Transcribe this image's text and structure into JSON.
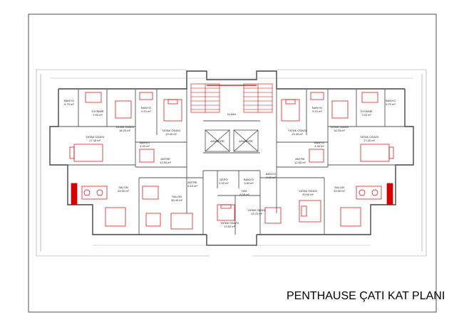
{
  "title": "PENTHAUSE ÇATI KAT PLANI",
  "colors": {
    "wall": "#555555",
    "furniture": "#d40000",
    "label": "#222222",
    "frame": "#222222"
  },
  "core": {
    "shaft": "KLIMA",
    "elevators": [
      "ASANSÖR",
      "ASANSÖR"
    ]
  },
  "rooms_left": [
    {
      "name": "BANYO",
      "area": "6.70 m²"
    },
    {
      "name": "GİYİNME",
      "area": "7.00 m²"
    },
    {
      "name": "BANYO",
      "area": "5.10 m²"
    },
    {
      "name": "YATAK ODASI",
      "area": "16.20 m²"
    },
    {
      "name": "YATAK ODASI",
      "area": "19.40 m²"
    },
    {
      "name": "YATAK ODASI",
      "area": "17.40 m²"
    },
    {
      "name": "BANYO",
      "area": "4.30 m²"
    },
    {
      "name": "ANTRE",
      "area": "12.00 m²"
    },
    {
      "name": "ANTRE",
      "area": "6.10 m²"
    },
    {
      "name": "SALON",
      "area": "33.50 m²"
    },
    {
      "name": "SALON",
      "area": "30.40 m²"
    }
  ],
  "rooms_center": [
    {
      "name": "DEPO",
      "area": "2.00 m²"
    },
    {
      "name": "BANYO",
      "area": "3.80 m²"
    },
    {
      "name": "BANYO",
      "area": "4.00 m²"
    },
    {
      "name": "HOL",
      "area": "6.00 m²"
    },
    {
      "name": "YATAK ODASI",
      "area": "13.70 m²"
    },
    {
      "name": "YATAK ODASI",
      "area": "12.50 m²"
    }
  ],
  "rooms_right": [
    {
      "name": "BANYO",
      "area": "5.10 m²"
    },
    {
      "name": "GİYİNME",
      "area": "7.00 m²"
    },
    {
      "name": "BANYO",
      "area": "6.70 m²"
    },
    {
      "name": "YATAK ODASI",
      "area": "19.40 m²"
    },
    {
      "name": "YATAK ODASI",
      "area": "16.20 m²"
    },
    {
      "name": "YATAK ODASI",
      "area": "17.40 m²"
    },
    {
      "name": "BANYO",
      "area": "4.30 m²"
    },
    {
      "name": "ANTRE",
      "area": "12.60 m²"
    },
    {
      "name": "YATAK ODASI",
      "area": "20.50 m²"
    },
    {
      "name": "SALON",
      "area": "33.50 m²"
    }
  ]
}
